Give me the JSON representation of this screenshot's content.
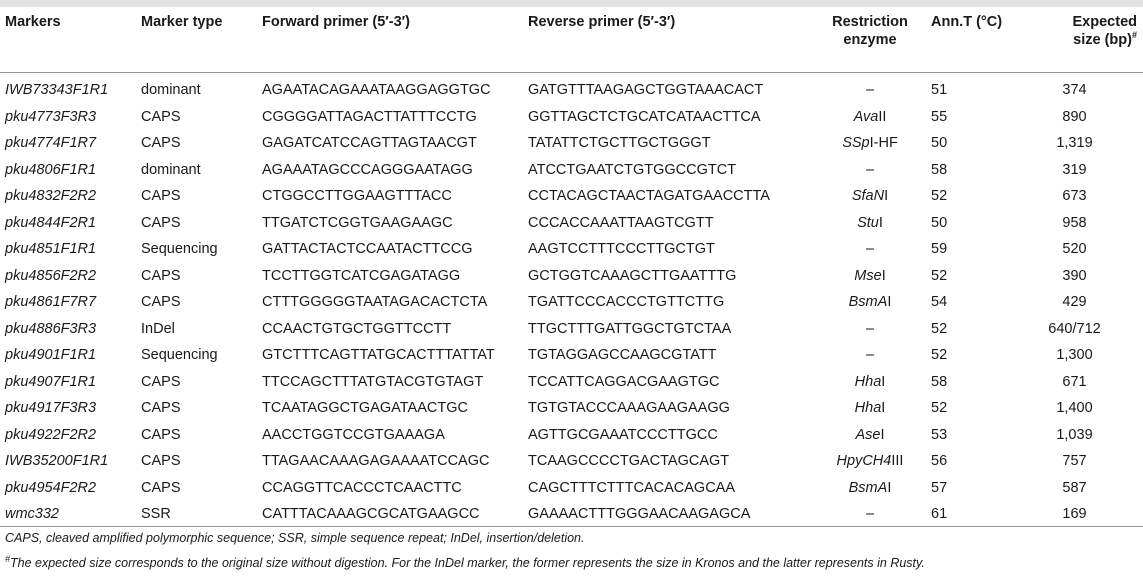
{
  "table": {
    "headers": {
      "markers": "Markers",
      "marker_type": "Marker type",
      "forward_primer": "Forward primer (5′-3′)",
      "reverse_primer": "Reverse primer (5′-3′)",
      "restriction_enzyme_1": "Restriction",
      "restriction_enzyme_2": "enzyme",
      "ann_t": "Ann.T (°C)",
      "expected_size_1": "Expected",
      "expected_size_2": "size (bp)",
      "expected_size_mark": "#"
    },
    "rows": [
      {
        "marker": "IWB73343F1R1",
        "type": "dominant",
        "forward": "AGAATACAGAAATAAGGAGGTGC",
        "reverse": "GATGTTTAAGAGCTGGTAAACACT",
        "enzyme_it": "",
        "enzyme": "–",
        "annt": "51",
        "size": "374"
      },
      {
        "marker": "pku4773F3R3",
        "type": "CAPS",
        "forward": "CGGGGATTAGACTTATTTCCTG",
        "reverse": "GGTTAGCTCTGCATCATAACTTCA",
        "enzyme_it": "Ava",
        "enzyme": "II",
        "annt": "55",
        "size": "890"
      },
      {
        "marker": "pku4774F1R7",
        "type": "CAPS",
        "forward": "GAGATCATCCAGTTAGTAACGT",
        "reverse": "TATATTCTGCTTGCTGGGT",
        "enzyme_it": "SSp",
        "enzyme": "I-HF",
        "annt": "50",
        "size": "1,319"
      },
      {
        "marker": "pku4806F1R1",
        "type": "dominant",
        "forward": "AGAAATAGCCCAGGGAATAGG",
        "reverse": "ATCCTGAATCTGTGGCCGTCT",
        "enzyme_it": "",
        "enzyme": "–",
        "annt": "58",
        "size": "319"
      },
      {
        "marker": "pku4832F2R2",
        "type": "CAPS",
        "forward": "CTGGCCTTGGAAGTTTACC",
        "reverse": "CCTACAGCTAACTAGATGAACCTTA",
        "enzyme_it": "SfaN",
        "enzyme": "I",
        "annt": "52",
        "size": "673"
      },
      {
        "marker": "pku4844F2R1",
        "type": "CAPS",
        "forward": "TTGATCTCGGTGAAGAAGC",
        "reverse": "CCCACCAAATTAAGTCGTT",
        "enzyme_it": "Stu",
        "enzyme": "I",
        "annt": "50",
        "size": "958"
      },
      {
        "marker": "pku4851F1R1",
        "type": "Sequencing",
        "forward": "GATTACTACTCCAATACTTCCG",
        "reverse": "AAGTCCTTTCCCTTGCTGT",
        "enzyme_it": "",
        "enzyme": "–",
        "annt": "59",
        "size": "520"
      },
      {
        "marker": "pku4856F2R2",
        "type": "CAPS",
        "forward": "TCCTTGGTCATCGAGATAGG",
        "reverse": "GCTGGTCAAAGCTTGAATTTG",
        "enzyme_it": "Mse",
        "enzyme": "I",
        "annt": "52",
        "size": "390"
      },
      {
        "marker": "pku4861F7R7",
        "type": "CAPS",
        "forward": "CTTTGGGGGTAATAGACACTCTA",
        "reverse": "TGATTCCCACCCTGTTCTTG",
        "enzyme_it": "BsmA",
        "enzyme": "I",
        "annt": "54",
        "size": "429"
      },
      {
        "marker": "pku4886F3R3",
        "type": "InDel",
        "forward": "CCAACTGTGCTGGTTCCTT",
        "reverse": "TTGCTTTGATTGGCTGTCTAA",
        "enzyme_it": "",
        "enzyme": "–",
        "annt": "52",
        "size": "640/712"
      },
      {
        "marker": "pku4901F1R1",
        "type": "Sequencing",
        "forward": "GTCTTTCAGTTATGCACTTTATTAT",
        "reverse": "TGTAGGAGCCAAGCGTATT",
        "enzyme_it": "",
        "enzyme": "–",
        "annt": "52",
        "size": "1,300"
      },
      {
        "marker": "pku4907F1R1",
        "type": "CAPS",
        "forward": "TTCCAGCTTTATGTACGTGTAGT",
        "reverse": "TCCATTCAGGACGAAGTGC",
        "enzyme_it": "Hha",
        "enzyme": "I",
        "annt": "58",
        "size": "671"
      },
      {
        "marker": "pku4917F3R3",
        "type": "CAPS",
        "forward": "TCAATAGGCTGAGATAACTGC",
        "reverse": "TGTGTACCCAAAGAAGAAGG",
        "enzyme_it": "Hha",
        "enzyme": "I",
        "annt": "52",
        "size": "1,400"
      },
      {
        "marker": "pku4922F2R2",
        "type": "CAPS",
        "forward": "AACCTGGTCCGTGAAAGA",
        "reverse": "AGTTGCGAAATCCCTTGCC",
        "enzyme_it": "Ase",
        "enzyme": "I",
        "annt": "53",
        "size": "1,039"
      },
      {
        "marker": "IWB35200F1R1",
        "type": "CAPS",
        "forward": "TTAGAACAAAGAGAAAATCCAGC",
        "reverse": "TCAAGCCCCTGACTAGCAGT",
        "enzyme_it": "HpyCH4",
        "enzyme": "III",
        "annt": "56",
        "size": "757"
      },
      {
        "marker": "pku4954F2R2",
        "type": "CAPS",
        "forward": "CCAGGTTCACCCTCAACTTC",
        "reverse": "CAGCTTTCTTTCACACAGCAA",
        "enzyme_it": "BsmA",
        "enzyme": "I",
        "annt": "57",
        "size": "587"
      },
      {
        "marker": "wmc332",
        "type": "SSR",
        "forward": "CATTTACAAAGCGCATGAAGCC",
        "reverse": "GAAAACTTTGGGAACAAGAGCA",
        "enzyme_it": "",
        "enzyme": "–",
        "annt": "61",
        "size": "169"
      }
    ]
  },
  "footnotes": {
    "abbreviations": "CAPS, cleaved amplified polymorphic sequence; SSR, simple sequence repeat; InDel, insertion/deletion.",
    "mark": "#",
    "size_note": "The expected size corresponds to the original size without digestion. For the InDel marker, the former represents the size in Kronos and the latter represents in Rusty."
  }
}
